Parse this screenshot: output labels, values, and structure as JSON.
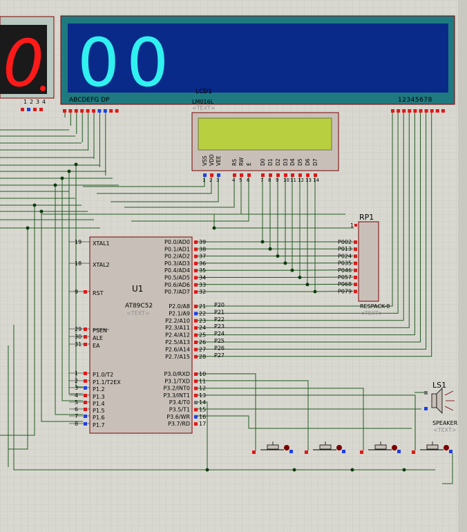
{
  "colors": {
    "background": "#d8d8d0",
    "grid": "#c2c2ba",
    "wire": "#1f5a1f",
    "junction": "#0d3d0d",
    "component_body": "#c8c0b8",
    "component_outline": "#7a0000",
    "pin_red": "#e01818",
    "pin_blue": "#2040e0",
    "pin_gray": "#707070",
    "seg_dark_bg": "#1a1a1a",
    "seg_red": "#ff1a1a",
    "seg_bezel": "#b8c8c0",
    "lcd_bezel": "#1f7a80",
    "lcd_panel": "#0a2a8a",
    "lcd_digit": "#30f0f0",
    "lcd16_screen": "#b8d040",
    "text_muted": "#909090"
  },
  "seg_display_left": {
    "digit": "0",
    "pin_labels": [
      "1",
      "2",
      "3",
      "4"
    ]
  },
  "seg_display_right": {
    "digits": "00",
    "segment_labels": "ABCDEFG  DP",
    "digit_labels": "12345678"
  },
  "lcd": {
    "ref": "LCD1",
    "part": "LM016L",
    "text_tag": "<TEXT>",
    "pin_labels": [
      "VSS",
      "VDD",
      "VEE",
      "RS",
      "RW",
      "E",
      "D0",
      "D1",
      "D2",
      "D3",
      "D4",
      "D5",
      "D6",
      "D7"
    ],
    "pin_numbers": [
      "1",
      "2",
      "3",
      "4",
      "5",
      "6",
      "7",
      "8",
      "9",
      "10",
      "11",
      "12",
      "13",
      "14"
    ]
  },
  "resistor_pack": {
    "ref": "RP1",
    "part": "RESPACK-8",
    "text_tag": "<TEXT>",
    "pin1": "1",
    "taps": [
      "P002",
      "P013",
      "P024",
      "P035",
      "P046",
      "P057",
      "P068",
      "P079"
    ]
  },
  "mcu": {
    "ref": "U1",
    "part": "AT89C52",
    "text_tag": "<TEXT>",
    "left_pins": [
      {
        "num": "19",
        "name": "XTAL1"
      },
      {
        "num": "18",
        "name": "XTAL2"
      },
      {
        "num": "9",
        "name": "RST"
      },
      {
        "num": "29",
        "name": "PSEN"
      },
      {
        "num": "30",
        "name": "ALE"
      },
      {
        "num": "31",
        "name": "EA"
      },
      {
        "num": "1",
        "name": "P1.0/T2"
      },
      {
        "num": "2",
        "name": "P1.1/T2EX"
      },
      {
        "num": "3",
        "name": "P1.2"
      },
      {
        "num": "4",
        "name": "P1.3"
      },
      {
        "num": "5",
        "name": "P1.4"
      },
      {
        "num": "6",
        "name": "P1.5"
      },
      {
        "num": "7",
        "name": "P1.6"
      },
      {
        "num": "8",
        "name": "P1.7"
      }
    ],
    "port0": [
      {
        "num": "39",
        "name": "P0.0/AD0"
      },
      {
        "num": "38",
        "name": "P0.1/AD1"
      },
      {
        "num": "37",
        "name": "P0.2/AD2"
      },
      {
        "num": "36",
        "name": "P0.3/AD3"
      },
      {
        "num": "35",
        "name": "P0.4/AD4"
      },
      {
        "num": "34",
        "name": "P0.5/AD5"
      },
      {
        "num": "33",
        "name": "P0.6/AD6"
      },
      {
        "num": "32",
        "name": "P0.7/AD7"
      }
    ],
    "port2": [
      {
        "num": "21",
        "name": "P2.0/A8",
        "net": "P20"
      },
      {
        "num": "22",
        "name": "P2.1/A9",
        "net": "P21"
      },
      {
        "num": "23",
        "name": "P2.2/A10",
        "net": "P22"
      },
      {
        "num": "24",
        "name": "P2.3/A11",
        "net": "P23"
      },
      {
        "num": "25",
        "name": "P2.4/A12",
        "net": "P24"
      },
      {
        "num": "26",
        "name": "P2.5/A13",
        "net": "P25"
      },
      {
        "num": "27",
        "name": "P2.6/A14",
        "net": "P26"
      },
      {
        "num": "28",
        "name": "P2.7/A15",
        "net": "P27"
      }
    ],
    "port3": [
      {
        "num": "10",
        "name": "P3.0/RXD"
      },
      {
        "num": "11",
        "name": "P3.1/TXD"
      },
      {
        "num": "12",
        "name": "P3.2/INT0"
      },
      {
        "num": "13",
        "name": "P3.3/INT1"
      },
      {
        "num": "14",
        "name": "P3.4/T0"
      },
      {
        "num": "15",
        "name": "P3.5/T1"
      },
      {
        "num": "16",
        "name": "P3.6/WR"
      },
      {
        "num": "17",
        "name": "P3.7/RD"
      }
    ]
  },
  "speaker": {
    "ref": "LS1",
    "part": "SPEAKER",
    "text_tag": "<TEXT>"
  }
}
